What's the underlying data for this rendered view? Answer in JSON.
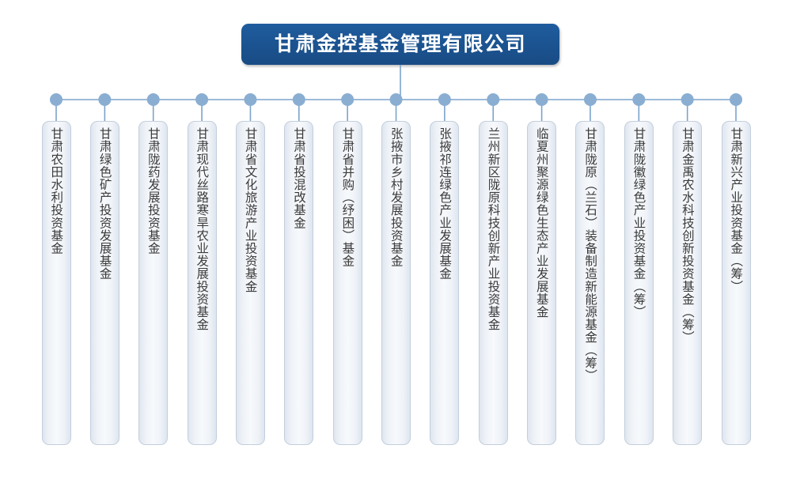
{
  "chart": {
    "type": "organization-tree",
    "background_color": "#ffffff",
    "root": {
      "label": "甘肃金控基金管理有限公司",
      "fill_color": "#1e5799",
      "text_color": "#ffffff"
    },
    "connector": {
      "line_color": "#7ba3cc",
      "node_dot_color": "#8aaed2",
      "dot_count": 15
    },
    "leaf_style": {
      "fill_color": "#eef2f7",
      "border_color": "#c3cedd",
      "text_color": "#3a3a3a",
      "orientation": "vertical"
    },
    "leaves": [
      {
        "id": 1,
        "label": "甘肃农田水利投资基金"
      },
      {
        "id": 2,
        "label": "甘肃绿色矿产投资发展基金"
      },
      {
        "id": 3,
        "label": "甘肃陇药发展投资基金"
      },
      {
        "id": 4,
        "label": "甘肃现代丝路寒旱农业发展投资基金"
      },
      {
        "id": 5,
        "label": "甘肃省文化旅游产业投资基金"
      },
      {
        "id": 6,
        "label": "甘肃省投混改基金"
      },
      {
        "id": 7,
        "label": "甘肃省并购（纾困）基金"
      },
      {
        "id": 8,
        "label": "张掖市乡村发展投资基金"
      },
      {
        "id": 9,
        "label": "张掖祁连绿色产业发展基金"
      },
      {
        "id": 10,
        "label": "兰州新区陇原科技创新产业投资基金"
      },
      {
        "id": 11,
        "label": "临夏州聚源绿色生态产业发展基金"
      },
      {
        "id": 12,
        "label": "甘肃陇原（兰石）装备制造新能源基金（筹）"
      },
      {
        "id": 13,
        "label": "甘肃陇徽绿色产业投资基金（筹）"
      },
      {
        "id": 14,
        "label": "甘肃金禹农水科技创新投资基金（筹）"
      },
      {
        "id": 15,
        "label": "甘肃新兴产业投资基金（筹）"
      }
    ]
  }
}
